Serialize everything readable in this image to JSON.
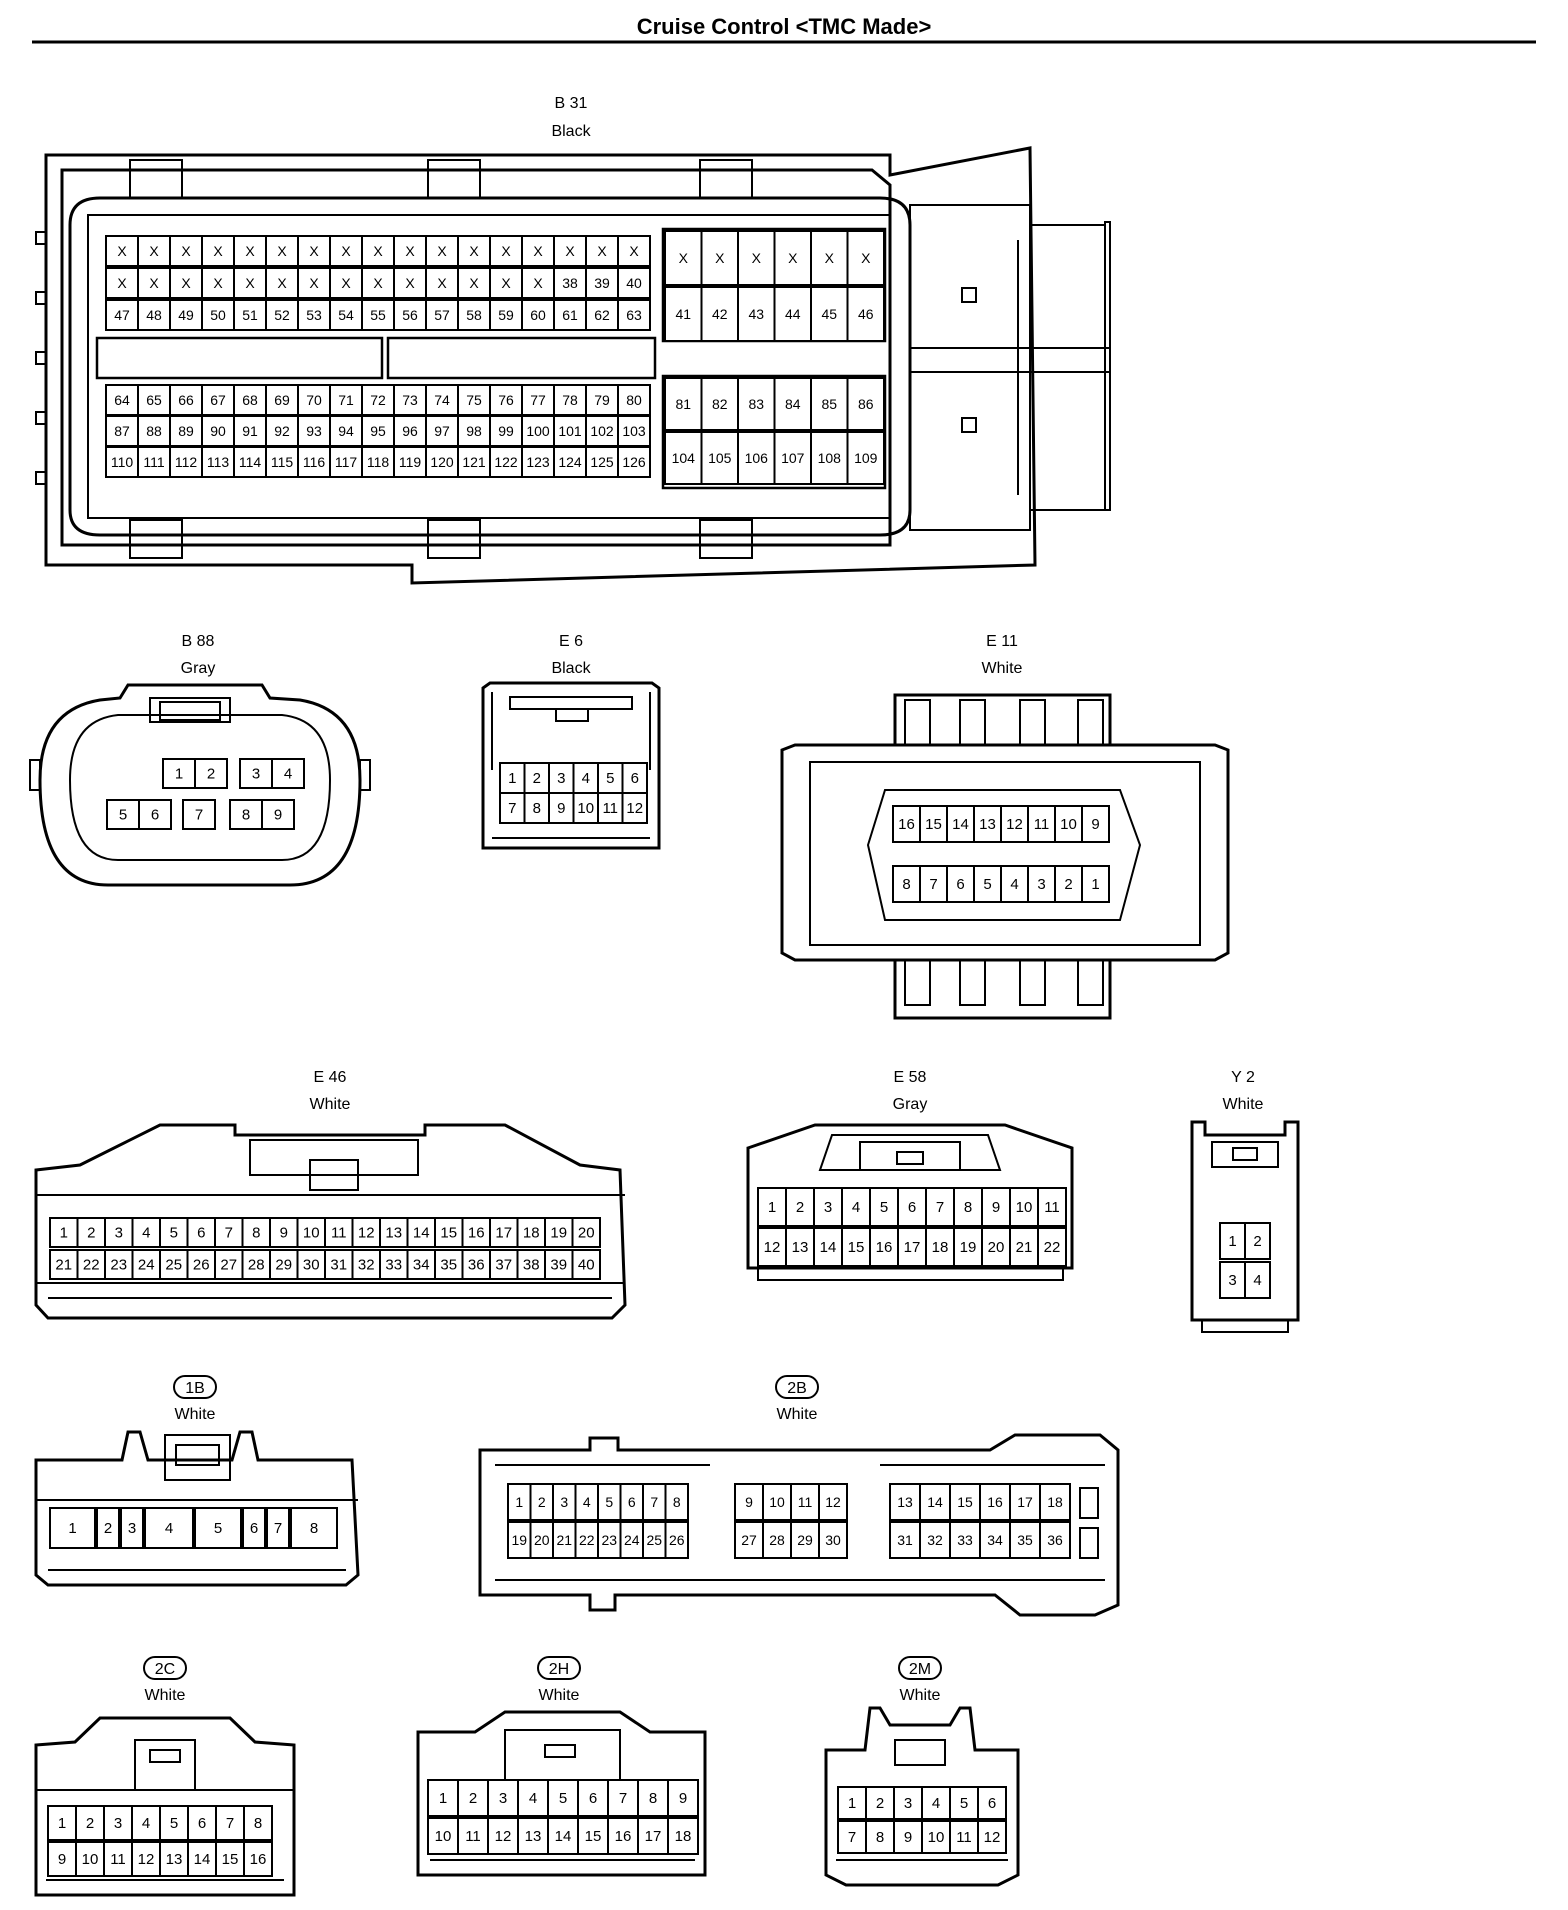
{
  "title": "Cruise Control <TMC Made>",
  "connectors": [
    {
      "id": "B31",
      "code": "B 31",
      "color": "Black",
      "pins": [
        "X",
        "X",
        "X",
        "X",
        "X",
        "X",
        "X",
        "X",
        "X",
        "X",
        "X",
        "X",
        "X",
        "X",
        "X",
        "X",
        "X",
        "X",
        "X",
        "X",
        "X",
        "X",
        "X",
        "X",
        "X",
        "X",
        "X",
        "X",
        "X",
        "X",
        "X",
        "X",
        "X",
        "X",
        "X",
        "38",
        "39",
        "40",
        "41",
        "42",
        "43",
        "44",
        "45",
        "46",
        "47",
        "48",
        "49",
        "50",
        "51",
        "52",
        "53",
        "54",
        "55",
        "56",
        "57",
        "58",
        "59",
        "60",
        "61",
        "62",
        "63",
        "64",
        "65",
        "66",
        "67",
        "68",
        "69",
        "70",
        "71",
        "72",
        "73",
        "74",
        "75",
        "76",
        "77",
        "78",
        "79",
        "80",
        "81",
        "82",
        "83",
        "84",
        "85",
        "86",
        "87",
        "88",
        "89",
        "90",
        "91",
        "92",
        "93",
        "94",
        "95",
        "96",
        "97",
        "98",
        "99",
        "100",
        "101",
        "102",
        "103",
        "104",
        "105",
        "106",
        "107",
        "108",
        "109",
        "110",
        "111",
        "112",
        "113",
        "114",
        "115",
        "116",
        "117",
        "118",
        "119",
        "120",
        "121",
        "122",
        "123",
        "124",
        "125",
        "126"
      ]
    },
    {
      "id": "B88",
      "code": "B 88",
      "color": "Gray",
      "pins": [
        "1",
        "2",
        "3",
        "4",
        "5",
        "6",
        "7",
        "8",
        "9"
      ]
    },
    {
      "id": "E6",
      "code": "E 6",
      "color": "Black",
      "pins": [
        "1",
        "2",
        "3",
        "4",
        "5",
        "6",
        "7",
        "8",
        "9",
        "10",
        "11",
        "12"
      ]
    },
    {
      "id": "E11",
      "code": "E 11",
      "color": "White",
      "pins": [
        "16",
        "15",
        "14",
        "13",
        "12",
        "11",
        "10",
        "9",
        "8",
        "7",
        "6",
        "5",
        "4",
        "3",
        "2",
        "1"
      ]
    },
    {
      "id": "E46",
      "code": "E 46",
      "color": "White",
      "pins": [
        "1",
        "2",
        "3",
        "4",
        "5",
        "6",
        "7",
        "8",
        "9",
        "10",
        "11",
        "12",
        "13",
        "14",
        "15",
        "16",
        "17",
        "18",
        "19",
        "20",
        "21",
        "22",
        "23",
        "24",
        "25",
        "26",
        "27",
        "28",
        "29",
        "30",
        "31",
        "32",
        "33",
        "34",
        "35",
        "36",
        "37",
        "38",
        "39",
        "40"
      ]
    },
    {
      "id": "E58",
      "code": "E 58",
      "color": "Gray",
      "pins": [
        "1",
        "2",
        "3",
        "4",
        "5",
        "6",
        "7",
        "8",
        "9",
        "10",
        "11",
        "12",
        "13",
        "14",
        "15",
        "16",
        "17",
        "18",
        "19",
        "20",
        "21",
        "22"
      ]
    },
    {
      "id": "Y2",
      "code": "Y 2",
      "color": "White",
      "pins": [
        "1",
        "2",
        "3",
        "4"
      ]
    },
    {
      "id": "1B",
      "code": "1B",
      "color": "White",
      "pins": [
        "1",
        "2",
        "3",
        "4",
        "5",
        "6",
        "7",
        "8"
      ]
    },
    {
      "id": "2B",
      "code": "2B",
      "color": "White",
      "pins": [
        "1",
        "2",
        "3",
        "4",
        "5",
        "6",
        "7",
        "8",
        "9",
        "10",
        "11",
        "12",
        "13",
        "14",
        "15",
        "16",
        "17",
        "18",
        "19",
        "20",
        "21",
        "22",
        "23",
        "24",
        "25",
        "26",
        "27",
        "28",
        "29",
        "30",
        "31",
        "32",
        "33",
        "34",
        "35",
        "36"
      ]
    },
    {
      "id": "2C",
      "code": "2C",
      "color": "White",
      "pins": [
        "1",
        "2",
        "3",
        "4",
        "5",
        "6",
        "7",
        "8",
        "9",
        "10",
        "11",
        "12",
        "13",
        "14",
        "15",
        "16"
      ]
    },
    {
      "id": "2H",
      "code": "2H",
      "color": "White",
      "pins": [
        "1",
        "2",
        "3",
        "4",
        "5",
        "6",
        "7",
        "8",
        "9",
        "10",
        "11",
        "12",
        "13",
        "14",
        "15",
        "16",
        "17",
        "18"
      ]
    },
    {
      "id": "2M",
      "code": "2M",
      "color": "White",
      "pins": [
        "1",
        "2",
        "3",
        "4",
        "5",
        "6",
        "7",
        "8",
        "9",
        "10",
        "11",
        "12"
      ]
    }
  ]
}
